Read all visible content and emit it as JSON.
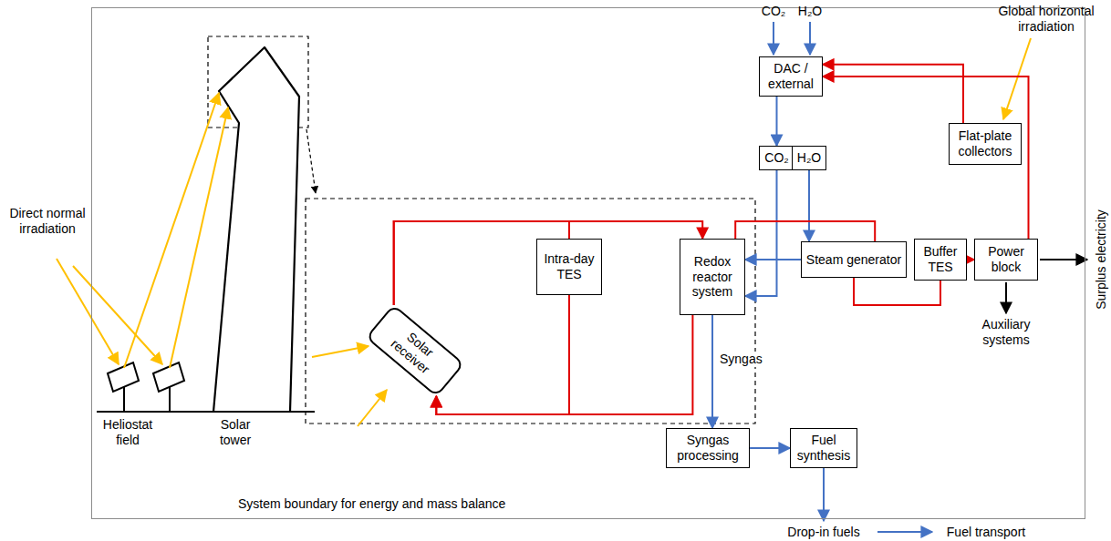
{
  "diagram": {
    "nodes": [
      {
        "text": [
          "System boundary for energy and mass balance"
        ]
      },
      {
        "text": [
          "DAC / external"
        ],
        "in": 0
      },
      {
        "text": [
          "Flat-plate collectors"
        ],
        "in": 0
      },
      {
        "text": [
          "CO₂"
        ],
        "in": 0
      },
      {
        "text": [
          "H₂O"
        ],
        "in": 0
      },
      {
        "text": [
          "Solar receiver"
        ],
        "in": 0
      },
      {
        "text": [
          "Intra-day TES"
        ],
        "in": 0
      },
      {
        "text": [
          "Redox reactor system"
        ],
        "in": 0
      },
      {
        "text": [
          "Steam generator"
        ],
        "in": 0
      },
      {
        "text": [
          "Buffer TES"
        ],
        "in": 0
      },
      {
        "text": [
          "Power block"
        ],
        "in": 0
      },
      {
        "text": [
          "Syngas processing"
        ],
        "in": 0
      },
      {
        "text": [
          "Fuel synthesis"
        ],
        "in": 0
      }
    ],
    "edges": [
      {
        "from": 5,
        "to": 7,
        "arrow": "to"
      },
      {
        "from": 7,
        "to": 5,
        "arrow": "to"
      },
      {
        "from": 5,
        "to": 6,
        "arrow": "none"
      },
      {
        "from": 6,
        "to": 5,
        "arrow": "to"
      },
      {
        "from": 1,
        "to": 3,
        "arrow": "to"
      },
      {
        "from": 3,
        "to": 7,
        "arrow": "to"
      },
      {
        "from": 4,
        "to": 8,
        "arrow": "to"
      },
      {
        "from": 8,
        "to": 7,
        "arrow": "to"
      },
      {
        "from": 7,
        "to": 11,
        "label": "Syngas",
        "arrow": "to"
      },
      {
        "from": 11,
        "to": 12,
        "arrow": "to"
      },
      {
        "from": 7,
        "to": 8,
        "arrow": "none"
      },
      {
        "from": 8,
        "to": 9,
        "arrow": "none"
      },
      {
        "from": 9,
        "to": 10,
        "arrow": "to"
      },
      {
        "from": 10,
        "to": 1,
        "arrow": "to"
      },
      {
        "from": 2,
        "to": 1,
        "arrow": "to"
      }
    ],
    "labels": [
      "Direct normal irradiation",
      "Heliostat field",
      "Solar tower",
      "CO₂",
      "H₂O",
      "Global horizontal irradiation",
      "Surplus electricity",
      "Auxiliary systems",
      "Drop-in fuels",
      "Fuel transport"
    ]
  }
}
